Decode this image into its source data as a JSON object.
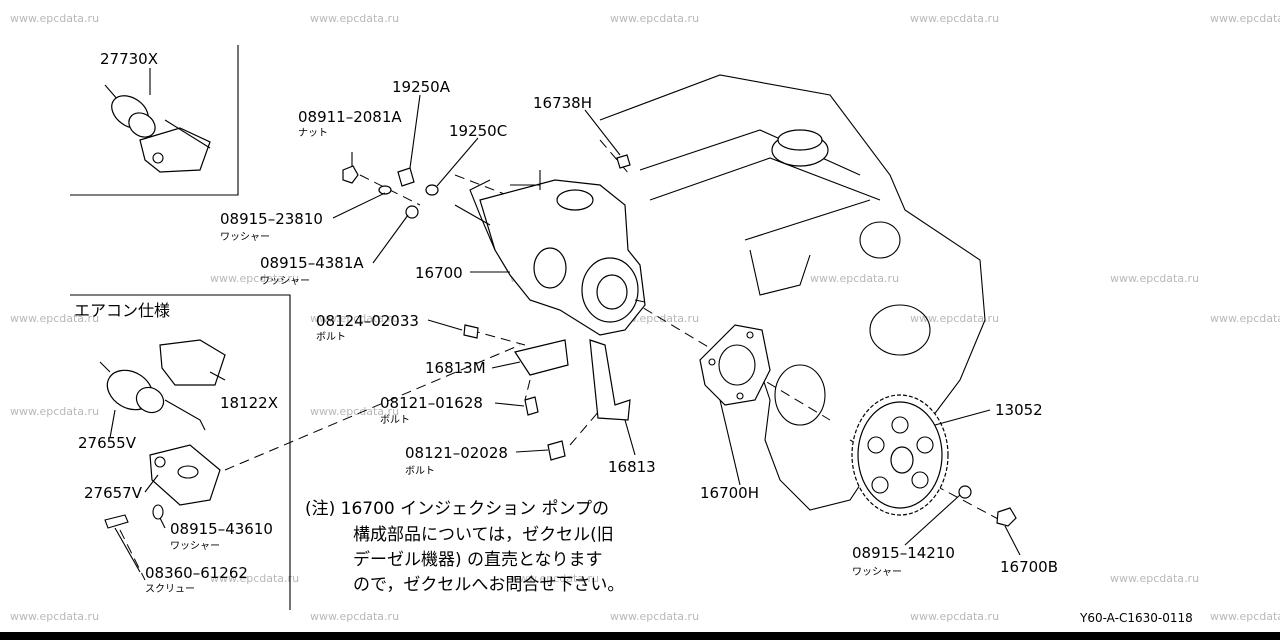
{
  "watermark": "www.epcdata.ru",
  "inset_title": "エアコン仕様",
  "note_lines": [
    "(注) 16700 インジェクション ポンプの",
    "構成部品については，ゼクセル(旧",
    "デーゼル機器) の直売となります",
    "ので，ゼクセルへお問合せ下さい。"
  ],
  "diagram_code": "Y60-A-C1630-0118",
  "parts": [
    {
      "id": "27730X",
      "number": "27730X",
      "sub": ""
    },
    {
      "id": "19250A",
      "number": "19250A",
      "sub": ""
    },
    {
      "id": "08911-2081A",
      "number": "08911–2081A",
      "sub": "ナット"
    },
    {
      "id": "19250C",
      "number": "19250C",
      "sub": ""
    },
    {
      "id": "16738H",
      "number": "16738H",
      "sub": ""
    },
    {
      "id": "08915-23810",
      "number": "08915–23810",
      "sub": "ワッシャー"
    },
    {
      "id": "08915-4381A",
      "number": "08915–4381A",
      "sub": "ワッシャー"
    },
    {
      "id": "16700",
      "number": "16700",
      "sub": ""
    },
    {
      "id": "08124-02033",
      "number": "08124–02033",
      "sub": "ボルト"
    },
    {
      "id": "16813M",
      "number": "16813M",
      "sub": ""
    },
    {
      "id": "18122X",
      "number": "18122X",
      "sub": ""
    },
    {
      "id": "08121-01628",
      "number": "08121–01628",
      "sub": "ボルト"
    },
    {
      "id": "27655V",
      "number": "27655V",
      "sub": ""
    },
    {
      "id": "08121-02028",
      "number": "08121–02028",
      "sub": "ボルト"
    },
    {
      "id": "16813",
      "number": "16813",
      "sub": ""
    },
    {
      "id": "27657V",
      "number": "27657V",
      "sub": ""
    },
    {
      "id": "08915-43610",
      "number": "08915–43610",
      "sub": "ワッシャー"
    },
    {
      "id": "08360-61262",
      "number": "08360–61262",
      "sub": "スクリュー"
    },
    {
      "id": "16700H",
      "number": "16700H",
      "sub": ""
    },
    {
      "id": "13052",
      "number": "13052",
      "sub": ""
    },
    {
      "id": "08915-14210",
      "number": "08915–14210",
      "sub": "ワッシャー"
    },
    {
      "id": "16700B",
      "number": "16700B",
      "sub": ""
    }
  ]
}
